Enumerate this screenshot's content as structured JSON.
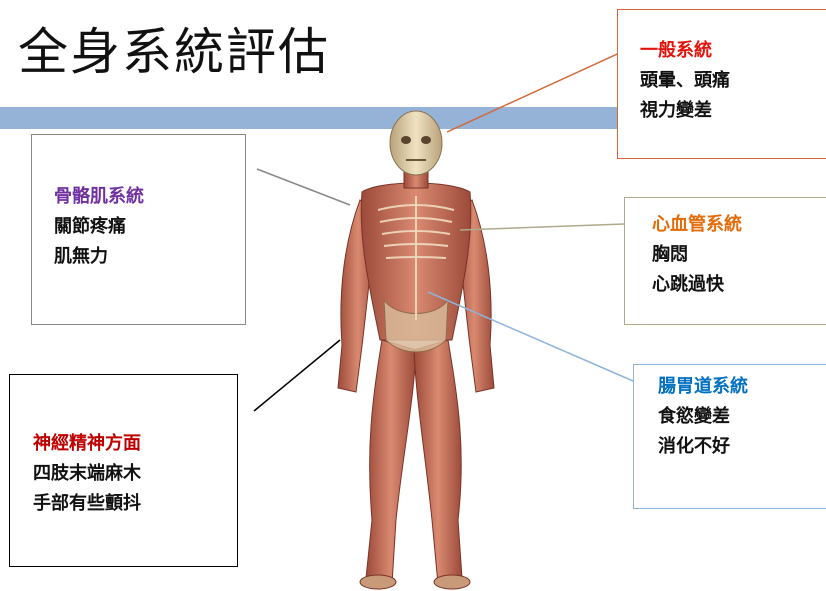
{
  "title": "全身系統評估",
  "colors": {
    "band": "#95b3d7",
    "general_heading": "#e3120b",
    "musculoskeletal_heading": "#7030a0",
    "cardio_heading": "#e36c09",
    "gi_heading": "#0070c0",
    "neuro_heading": "#c00000"
  },
  "boxes": {
    "general": {
      "heading": "一般系統",
      "lines": [
        "頭暈、頭痛",
        "視力變差"
      ]
    },
    "musculoskeletal": {
      "heading": "骨骼肌系統",
      "lines": [
        "關節疼痛",
        "肌無力"
      ]
    },
    "cardiovascular": {
      "heading": "心血管系統",
      "lines": [
        "胸悶",
        "心跳過快"
      ]
    },
    "gastrointestinal": {
      "heading": "腸胃道系統",
      "lines": [
        "食慾變差",
        "消化不好"
      ]
    },
    "neuro_psych": {
      "heading": "神經精神方面",
      "lines": [
        "四肢末端麻木",
        "手部有些顫抖"
      ]
    }
  }
}
